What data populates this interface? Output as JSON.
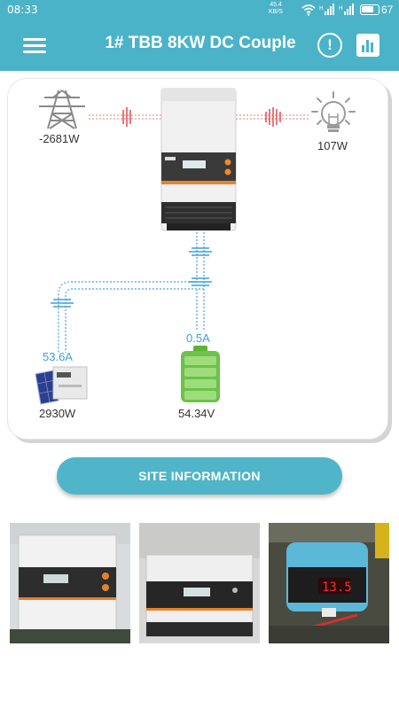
{
  "status_bar": {
    "time": "08:33",
    "net_speed": "45.4",
    "net_unit": "KB/S",
    "battery_level": "67"
  },
  "app_bar": {
    "title": "1# TBB 8KW DC Couple",
    "menu_icon": "hamburger-menu-icon",
    "alert_icon": "exclamation-circle-icon",
    "chart_icon": "bar-chart-icon"
  },
  "diagram": {
    "grid": {
      "value": "-2681W",
      "icon": "power-pylon-icon"
    },
    "load": {
      "value": "107W",
      "icon": "light-bulb-icon"
    },
    "pv": {
      "current": "53.6A",
      "power": "2930W",
      "icon": "solar-panel-icon"
    },
    "battery": {
      "current": "0.5A",
      "voltage": "54.34V",
      "icon": "battery-icon"
    },
    "inverter": {
      "icon": "inverter-icon"
    }
  },
  "site_button": {
    "label": "SITE INFORMATION"
  },
  "photos": [
    {
      "icon": "inverter-photo-1"
    },
    {
      "icon": "inverter-photo-2"
    },
    {
      "icon": "controller-photo"
    }
  ],
  "colors": {
    "accent": "#4bb3c8",
    "grid_flow": "#f2a7a7",
    "dc_flow": "#8cc7e8",
    "value_blue": "#3e9fd6",
    "battery_green": "#6cc24a"
  }
}
